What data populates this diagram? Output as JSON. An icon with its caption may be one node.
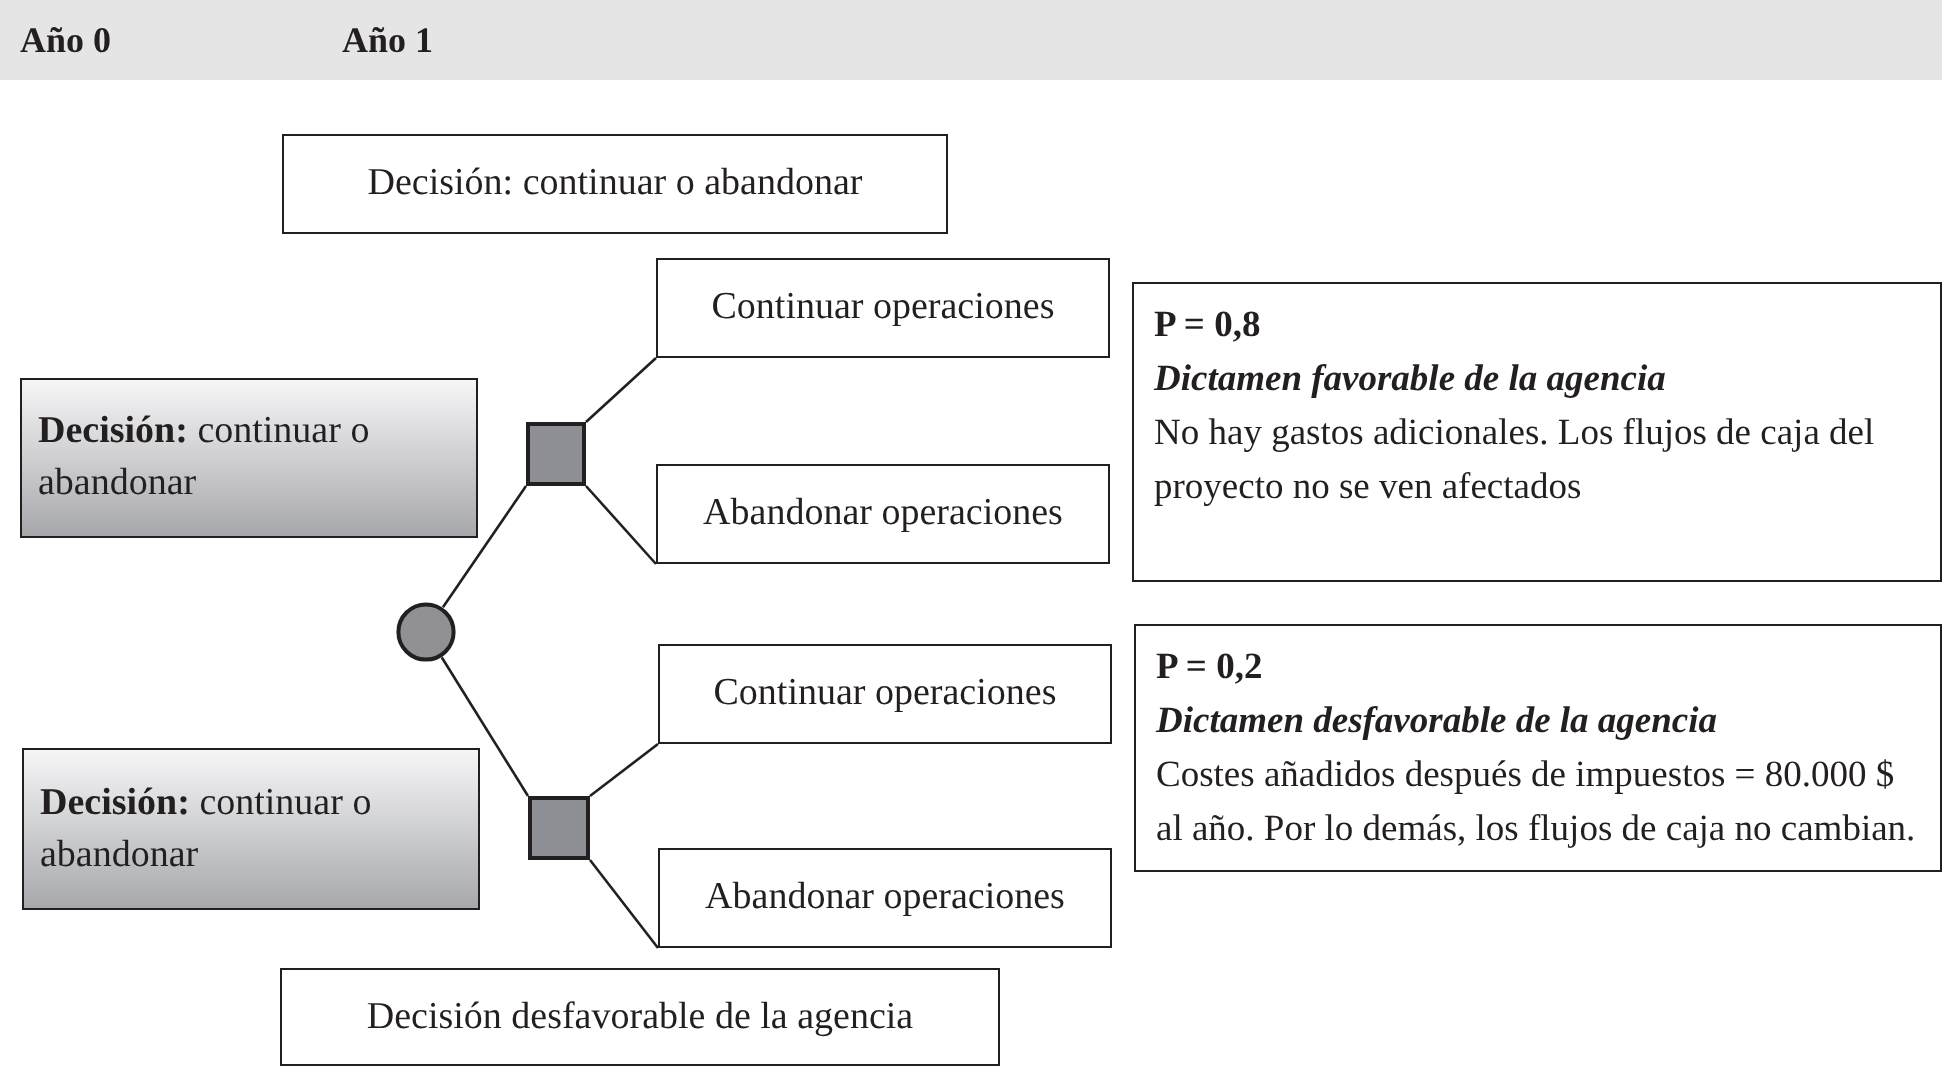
{
  "diagram": {
    "nodes": [
      {
        "text": [
          "Decisión: continuar o abandonar"
        ]
      },
      {
        "text": [
          "Continuar operaciones"
        ]
      },
      {
        "text": [
          "Abandonar operaciones"
        ]
      },
      {
        "text": [
          "**Decisión:** continuar o abandonar"
        ]
      },
      {
        "text": [],
        "shape": "box"
      },
      {
        "text": [],
        "shape": "circle"
      },
      {
        "text": [
          "P = 0,8",
          "Dictamen favorable de la agencia",
          "No hay gastos adicionales. Los flujos de caja del proyecto no se ven afectados"
        ]
      },
      {
        "text": [
          "Continuar operaciones"
        ]
      },
      {
        "text": [
          "**Decisión:** continuar o abandonar"
        ]
      },
      {
        "text": [],
        "shape": "box"
      },
      {
        "text": [
          "Abandonar operaciones"
        ]
      },
      {
        "text": [
          "P = 0,2",
          "Dictamen desfavorable de la agencia",
          "Costes añadidos después de impuestos = 80.000 $ al año. Por lo demás, los flujos de caja no cambian."
        ]
      },
      {
        "text": [
          "Decisión desfavorable de la agencia"
        ]
      }
    ],
    "edges": [
      {
        "from": 5,
        "to": 4,
        "arrow": "none"
      },
      {
        "from": 4,
        "to": 1,
        "arrow": "none"
      },
      {
        "from": 4,
        "to": 2,
        "arrow": "none"
      },
      {
        "from": 5,
        "to": 9,
        "arrow": "none"
      },
      {
        "from": 9,
        "to": 7,
        "arrow": "none"
      },
      {
        "from": 9,
        "to": 10,
        "arrow": "none"
      }
    ],
    "labels": [
      "Año 0",
      "Año 1"
    ]
  }
}
